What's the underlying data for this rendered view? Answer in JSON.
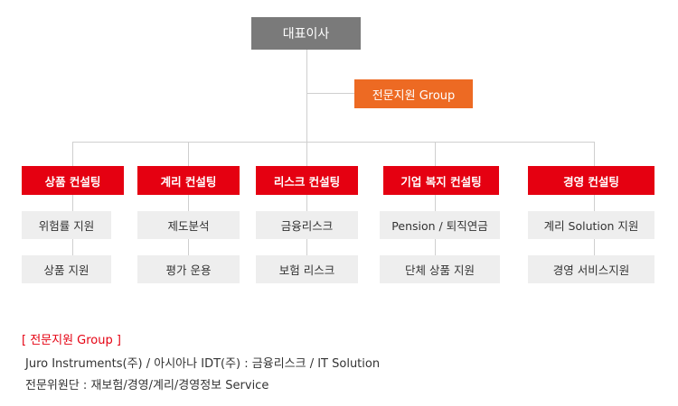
{
  "ceo": {
    "label": "대표이사"
  },
  "support": {
    "label": "전문지원 Group"
  },
  "divisions": [
    {
      "head": "상품 컨설팅",
      "items": [
        "위험률 지원",
        "상품 지원"
      ]
    },
    {
      "head": "계리 컨설팅",
      "items": [
        "제도분석",
        "평가 운용"
      ]
    },
    {
      "head": "리스크 컨설팅",
      "items": [
        "금융리스크",
        "보험 리스크"
      ]
    },
    {
      "head": "기업 복지 컨설팅",
      "items": [
        "Pension / 퇴직연금",
        "단체 상품 지원"
      ]
    },
    {
      "head": "경영 컨설팅",
      "items": [
        "계리 Solution 지원",
        "경영 서비스지원"
      ]
    }
  ],
  "legend": {
    "title": "[ 전문지원 Group ]",
    "line1": "Juro Instruments(주) / 아시아나 IDT(주) : 금융리스크 /  IT Solution",
    "line2": "전문위원단 :  재보험/경영/계리/경영정보 Service"
  },
  "colors": {
    "ceo": "#7a7a7a",
    "support": "#ed6a23",
    "head": "#e50011",
    "sub": "#eeeeee",
    "line": "#cfcfcf"
  }
}
